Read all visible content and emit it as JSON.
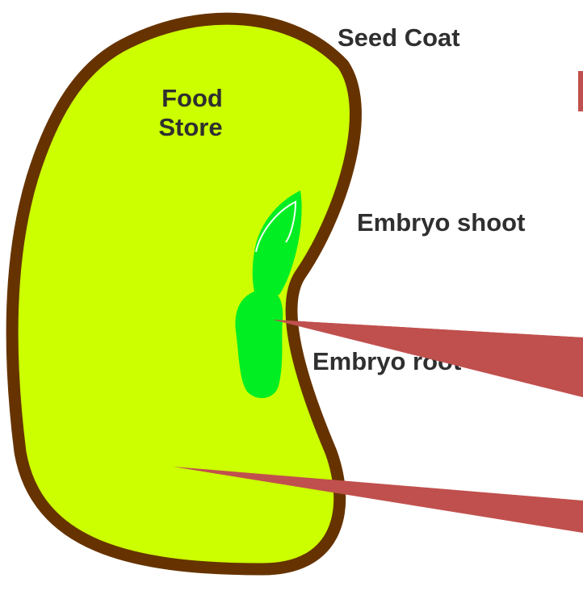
{
  "labels": {
    "seed_coat": "Seed Coat",
    "food_store_line1": "Food",
    "food_store_line2": "Store",
    "embryo_shoot": "Embryo shoot",
    "embryo_root": "Embryo root"
  },
  "colors": {
    "seed_coat": "#663300",
    "food_store": "#ccff00",
    "embryo": "#00ee22",
    "pointer": "#c0504d",
    "text": "#2f2f2f"
  }
}
